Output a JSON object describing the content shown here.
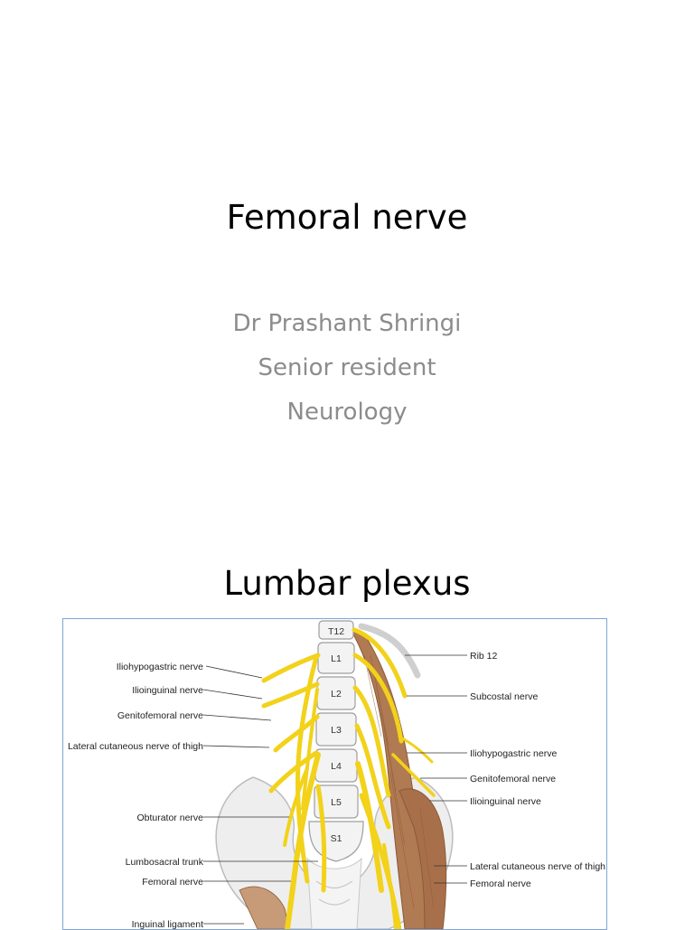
{
  "slide1": {
    "title": "Femoral nerve",
    "author": "Dr Prashant Shringi",
    "position": "Senior resident",
    "department": "Neurology"
  },
  "slide2": {
    "title": "Lumbar plexus",
    "vertebrae": [
      "T12",
      "L1",
      "L2",
      "L3",
      "L4",
      "L5",
      "S1"
    ],
    "left_labels": [
      "Iliohypogastric nerve",
      "Ilioinguinal nerve",
      "Genitofemoral nerve",
      "Lateral cutaneous nerve of thigh",
      "Obturator nerve",
      "Lumbosacral trunk",
      "Femoral nerve",
      "Inguinal ligament"
    ],
    "right_labels": [
      "Rib 12",
      "Subcostal nerve",
      "Iliohypogastric nerve",
      "Genitofemoral nerve",
      "Ilioinguinal nerve",
      "Lateral cutaneous nerve of thigh",
      "Femoral nerve"
    ],
    "colors": {
      "nerve": "#f2d21a",
      "muscle": "#b07a52",
      "bone": "#ececec"
    }
  }
}
